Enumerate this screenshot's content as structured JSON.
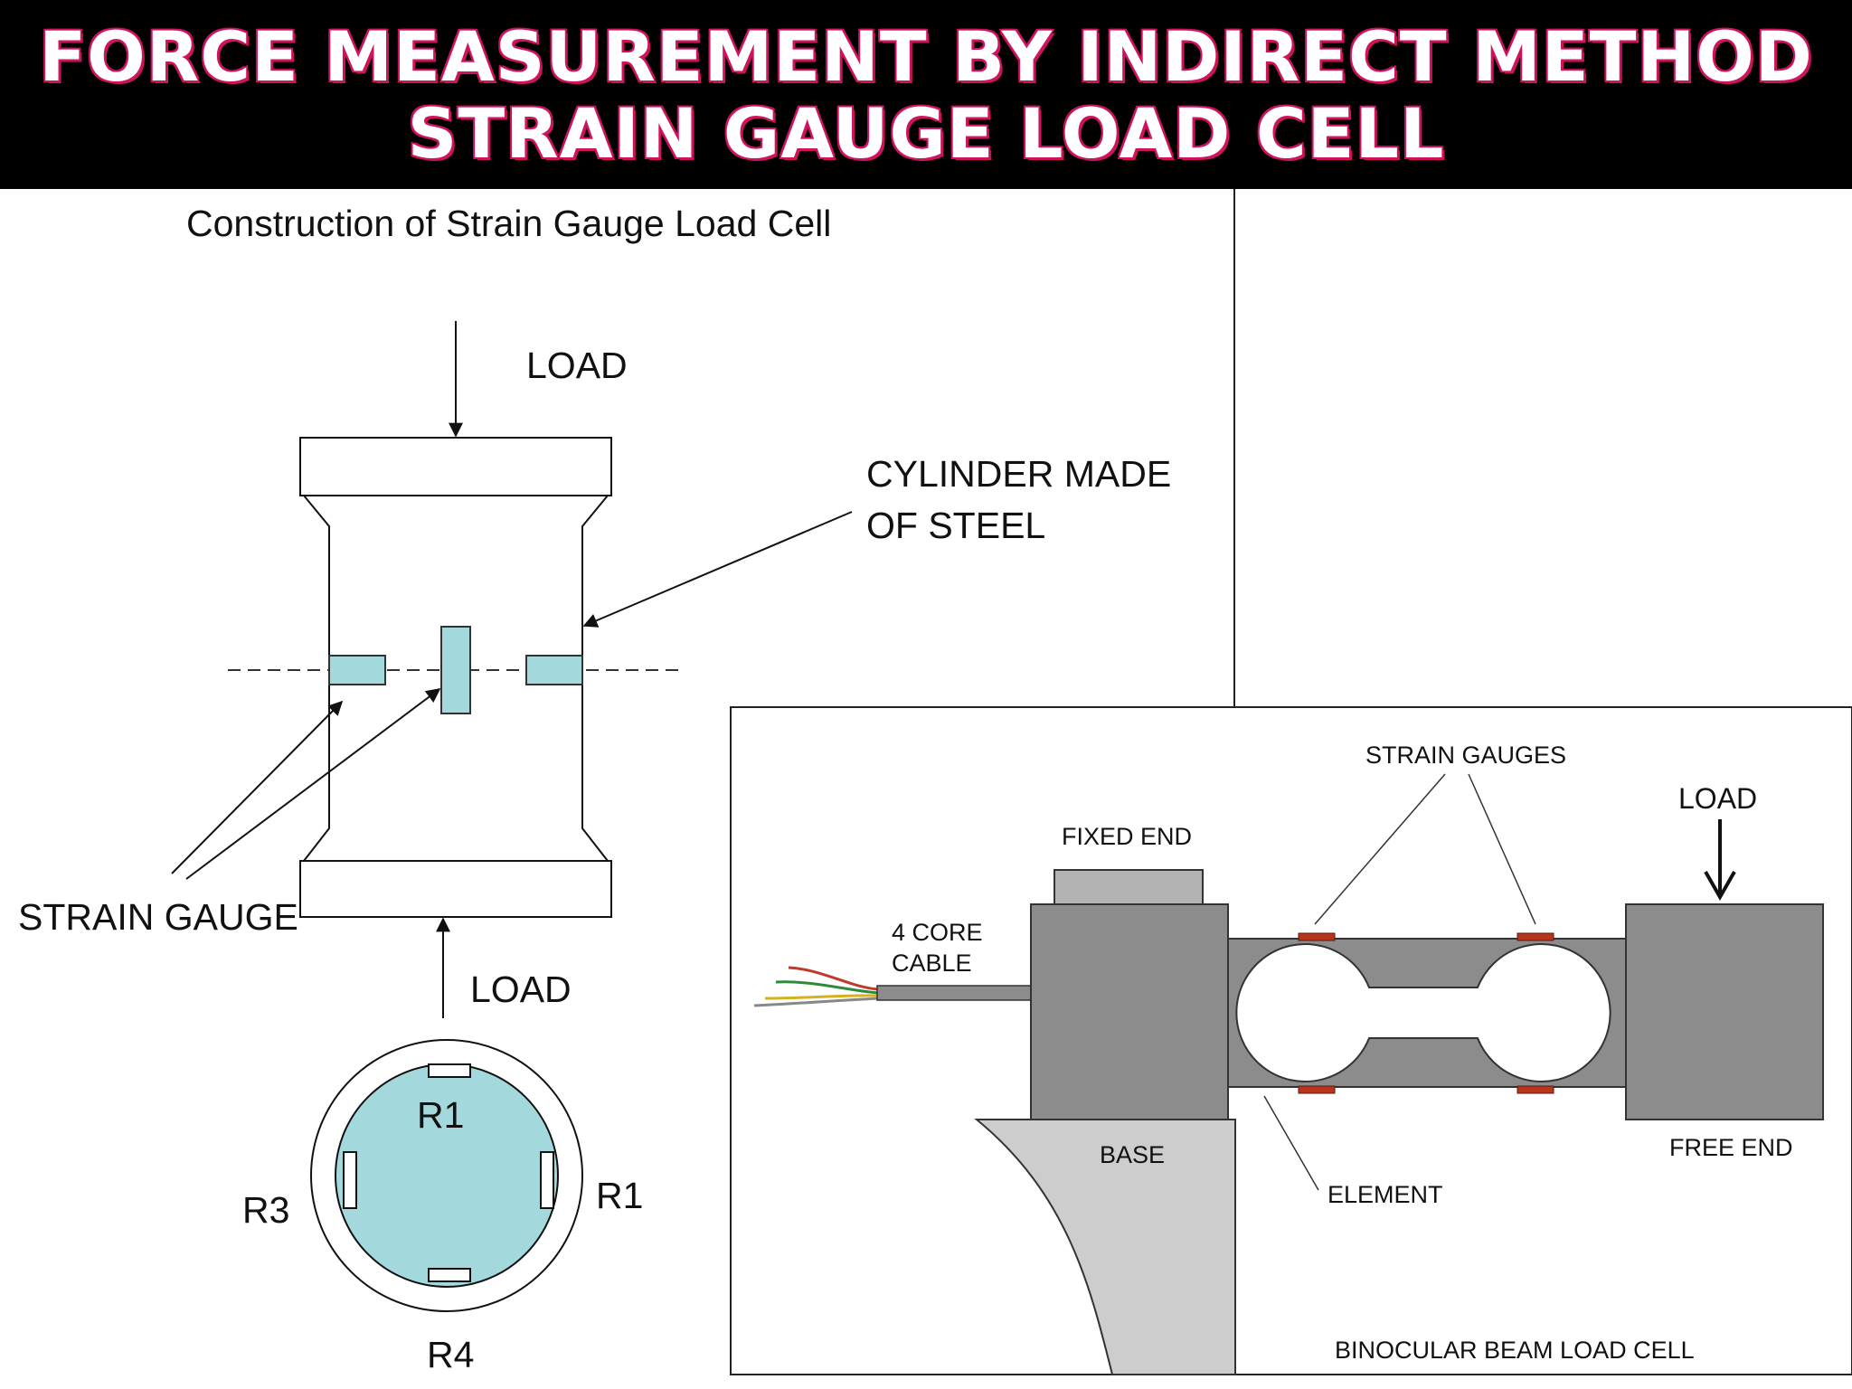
{
  "title": {
    "line1": "FORCE MEASUREMENT BY INDIRECT METHOD",
    "line2": "STRAIN GAUGE LOAD CELL"
  },
  "left_diagram": {
    "heading": "Construction of Strain Gauge Load Cell",
    "load_top": "LOAD",
    "load_bottom": "LOAD",
    "cylinder_label_1": "CYLINDER MADE",
    "cylinder_label_2": "OF STEEL",
    "strain_gauge_label": "STRAIN GAUGE",
    "resistors": [
      "R1",
      "R1",
      "R3",
      "R4"
    ]
  },
  "right_diagram": {
    "strain_gauges": "STRAIN GAUGES",
    "load": "LOAD",
    "fixed_end": "FIXED END",
    "cable_1": "4 CORE",
    "cable_2": "CABLE",
    "base": "BASE",
    "element": "ELEMENT",
    "free_end": "FREE END",
    "caption": "BINOCULAR BEAM LOAD CELL"
  },
  "colors": {
    "title_background": "#000000",
    "title_text": "#ffffff",
    "title_outline": "#d0135f",
    "gauge_fill": "#a3d9dd",
    "block_gray": "#8c8c8c",
    "base_gray": "#cdcdcd",
    "gauge_red": "#b8341c"
  }
}
